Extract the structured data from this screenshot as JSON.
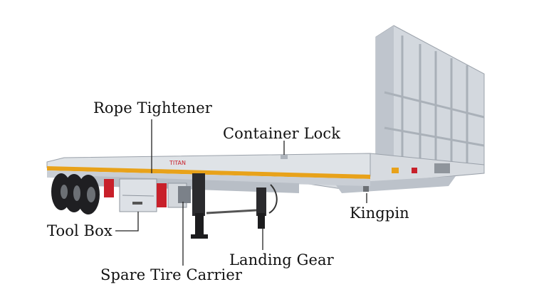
{
  "labels": {
    "rope_tightener": "Rope Tightener",
    "container_lock": "Container Lock",
    "kingpin": "Kingpin",
    "tool_box": "Tool Box",
    "landing_gear": "Landing Gear",
    "spare_tire_carrier": "Spare Tire Carrier"
  },
  "logo_text": "TITAN",
  "colors": {
    "body": "#d9dde2",
    "body_shadow": "#aeb4bc",
    "stripe": "#e8a21a",
    "reflector": "#c8202a",
    "tire": "#1f1f22",
    "line": "#222222"
  }
}
